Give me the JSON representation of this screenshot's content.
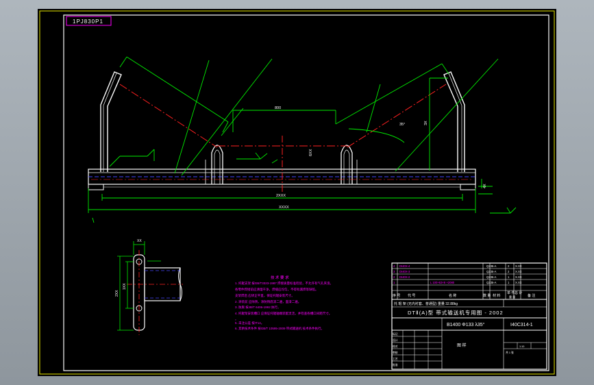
{
  "drawing_number_box": "1PJ830P1",
  "dimensions": {
    "top_span": "800",
    "inner_gap": "6XX",
    "height_right": "3X",
    "angle": "35°",
    "overall_inner": "2XXX",
    "overall": "XXXX",
    "small_side": "4X",
    "detail_top": "XX",
    "detail_left": "2XX",
    "detail_left2": "1XX"
  },
  "notes": {
    "title": "技 术 要 求",
    "lines": [
      "1. 托辊支架 按GB/T3323-1987 焊接质量标准检验，不允许有气孔夹渣。",
      "   各零件焊接前应清理干净，焊缝应均匀，不得有漏焊等缺陷。",
      "   支架焊后 应矫正平直，保证托辊安装尺寸。",
      "2. 涂装前 应除锈，涂防锈底漆二遍，面漆二遍。",
      "3. 防腐 按JB/T 6406-1992 执行。",
      "4. 托辊架安装槽口 应保证托辊轴端装配灵活，并检查各槽口间距尺寸。",
      "   。",
      "5. 未注公差 按IT14。",
      "6. 其余技术条件 按GB/T 10595-2009 带式输送机 技术条件执行。"
    ]
  },
  "title_block": {
    "parts_rows": [
      {
        "no": "4",
        "code": "DI40X-4",
        "name": "",
        "qty": "2",
        "material": "Q235-A",
        "weight": "X.XX"
      },
      {
        "no": "3",
        "code": "DI40X-3",
        "name": "",
        "qty": "2",
        "material": "Q235-A",
        "weight": "X.XX"
      },
      {
        "no": "2",
        "code": "DI40X-2",
        "name": "",
        "qty": "1",
        "material": "Q235-A",
        "weight": "X.XX"
      },
      {
        "no": "1",
        "code": "",
        "name": "L 100×63×8 ×2080",
        "qty": "1",
        "material": "Q235-A",
        "weight": "X.XX"
      }
    ],
    "header_cells": [
      "序 号",
      "代 号",
      "名 称",
      "数 量",
      "材 料",
      "单 件",
      "总 计",
      "备 注"
    ],
    "weight_label": "重 量",
    "label_row": "托 辊 架  (无内衬套、普通型)  重量 32.88kg",
    "series": "DTⅡ(A)型 带式输送机专用图 - 2002",
    "spec": "B1400 Φ133 λ35°",
    "code": "I40C314-1",
    "drawing_label": "图 样",
    "lower_rows": [
      "标记",
      "设计",
      "校对",
      "审核",
      "工艺",
      "批准"
    ],
    "scale_label": "1:10",
    "sheet_label": "共 1 张"
  }
}
